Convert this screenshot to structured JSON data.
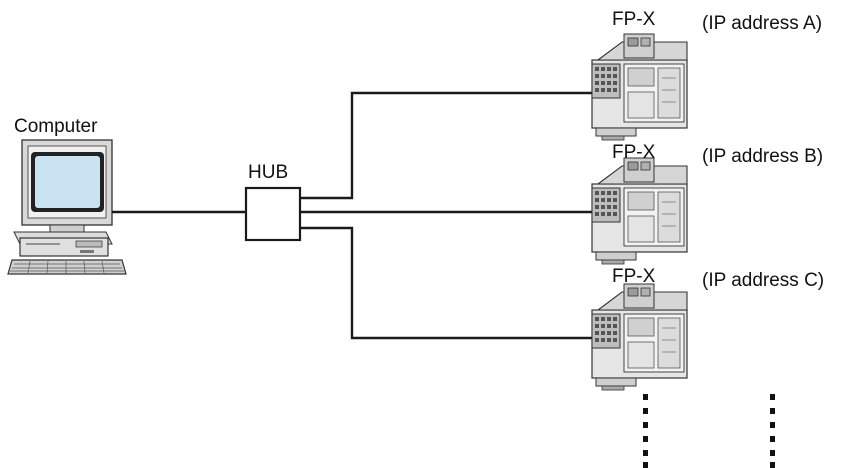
{
  "computer": {
    "label": "Computer"
  },
  "hub": {
    "label": "HUB"
  },
  "devices": [
    {
      "name": "FP-X",
      "address": "(IP address A)"
    },
    {
      "name": "FP-X",
      "address": "(IP address B)"
    },
    {
      "name": "FP-X",
      "address": "(IP address C)"
    }
  ],
  "colors": {
    "line": "#1a1a1a",
    "screen": "#c9e3f3",
    "plc_light": "#e8e8e8",
    "plc_mid": "#c4c4c4",
    "plc_dark": "#7a7a7a"
  }
}
